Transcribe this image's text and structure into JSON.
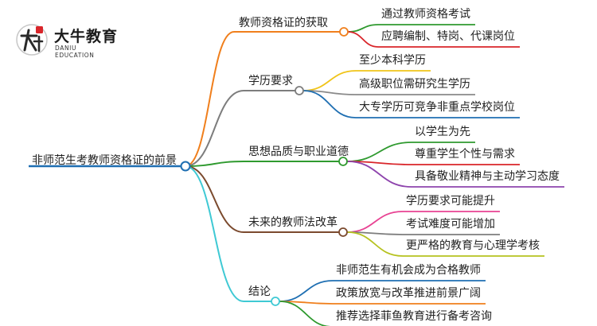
{
  "logo": {
    "name_cn": "大牛教育",
    "name_en": "DANIU EDUCATION"
  },
  "root": {
    "label": "非师范生考教师资格证的前景",
    "color": "#1f6fb2"
  },
  "branches": [
    {
      "label": "教师资格证的获取",
      "color": "#f07f1c",
      "children": [
        {
          "label": "通过教师资格考试",
          "color": "#2f9a2f"
        },
        {
          "label": "应聘编制、特岗、代课岗位",
          "color": "#d9252a"
        }
      ]
    },
    {
      "label": "学历要求",
      "color": "#7d7d7d",
      "children": [
        {
          "label": "至少本科学历",
          "color": "#f0c419"
        },
        {
          "label": "高级职位需研究生学历",
          "color": "#8a8a8a"
        },
        {
          "label": "大专学历可竞争非重点学校岗位",
          "color": "#1f6fb2"
        }
      ]
    },
    {
      "label": "思想品质与职业道德",
      "color": "#2f9a2f",
      "children": [
        {
          "label": "以学生为先",
          "color": "#2f9a2f"
        },
        {
          "label": "尊重学生个性与需求",
          "color": "#d9252a"
        },
        {
          "label": "具备敬业精神与主动学习态度",
          "color": "#8e44ad"
        }
      ]
    },
    {
      "label": "未来的教师法改革",
      "color": "#7b4a2e",
      "children": [
        {
          "label": "学历要求可能提升",
          "color": "#e84393"
        },
        {
          "label": "考试难度可能增加",
          "color": "#7d7d7d"
        },
        {
          "label": "更严格的教育与心理学考核",
          "color": "#b6c21f"
        }
      ]
    },
    {
      "label": "结论",
      "color": "#3fc9d4",
      "children": [
        {
          "label": "非师范生有机会成为合格教师",
          "color": "#1f6fb2"
        },
        {
          "label": "政策放宽与改革推进前景广阔",
          "color": "#f07f1c"
        },
        {
          "label": "推荐选择菲鱼教育进行备考咨询",
          "color": "#2f9a2f"
        }
      ]
    }
  ]
}
